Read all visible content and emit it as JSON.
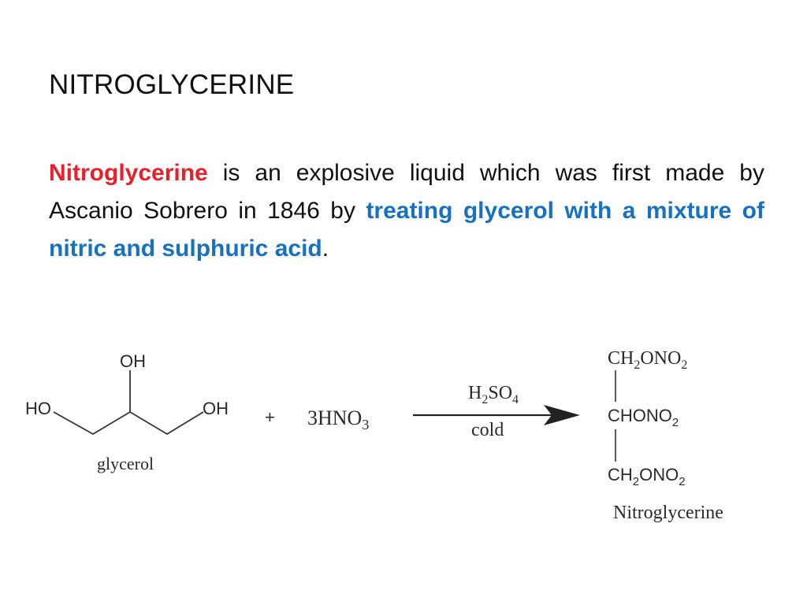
{
  "slide": {
    "title": "NITROGLYCERINE",
    "paragraph": {
      "highlight_red": "Nitroglycerine",
      "text_1": " is an explosive liquid which was first made by Ascanio Sobrero in 1846 by ",
      "highlight_blue": "treating glycerol with a mixture of nitric and sulphuric acid",
      "text_2": "."
    }
  },
  "reaction": {
    "glycerol": {
      "oh_top": "OH",
      "ho_left": "HO",
      "oh_right": "OH",
      "label": "glycerol"
    },
    "plus": "+",
    "reagent": {
      "prefix": "3HNO",
      "sub": "3"
    },
    "arrow_top": {
      "a": "H",
      "sub1": "2",
      "b": "SO",
      "sub2": "4"
    },
    "arrow_bottom": "cold",
    "product": {
      "row1": {
        "a": "CH",
        "sub1": "2",
        "b": "ONO",
        "sub2": "2"
      },
      "row2": {
        "a": "CHONO",
        "sub1": "2"
      },
      "row3": {
        "a": "CH",
        "sub1": "2",
        "b": "ONO",
        "sub2": "2"
      },
      "label": "Nitroglycerine"
    }
  }
}
